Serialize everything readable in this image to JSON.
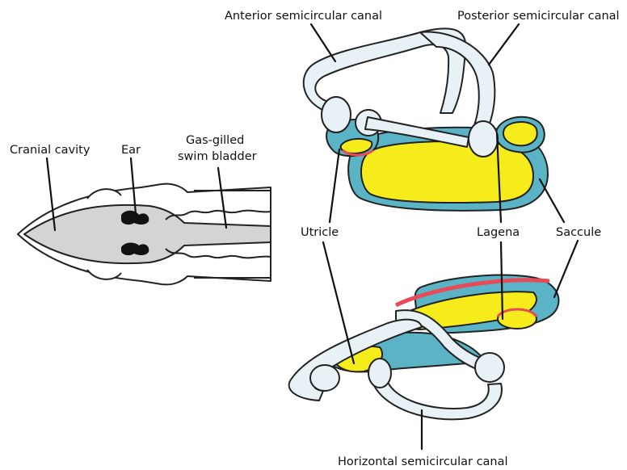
{
  "labels": {
    "cranial_cavity": "Cranial cavity",
    "ear": "Ear",
    "swim_bladder_line1": "Gas-gilled",
    "swim_bladder_line2": "swim bladder",
    "anterior_canal": "Anterior semicircular canal",
    "posterior_canal": "Posterior semicircular canal",
    "utricle": "Utricle",
    "lagena": "Lagena",
    "saccule": "Saccule",
    "horizontal_canal": "Horizontal semicircular canal"
  },
  "colors": {
    "canal_fill": "#e8f1f6",
    "endolymph_teal": "#5ab4c5",
    "otolith_yellow": "#f6ec1c",
    "macula_red": "#e84b57",
    "skull_gray": "#d4d4d4",
    "outline": "#222222"
  }
}
